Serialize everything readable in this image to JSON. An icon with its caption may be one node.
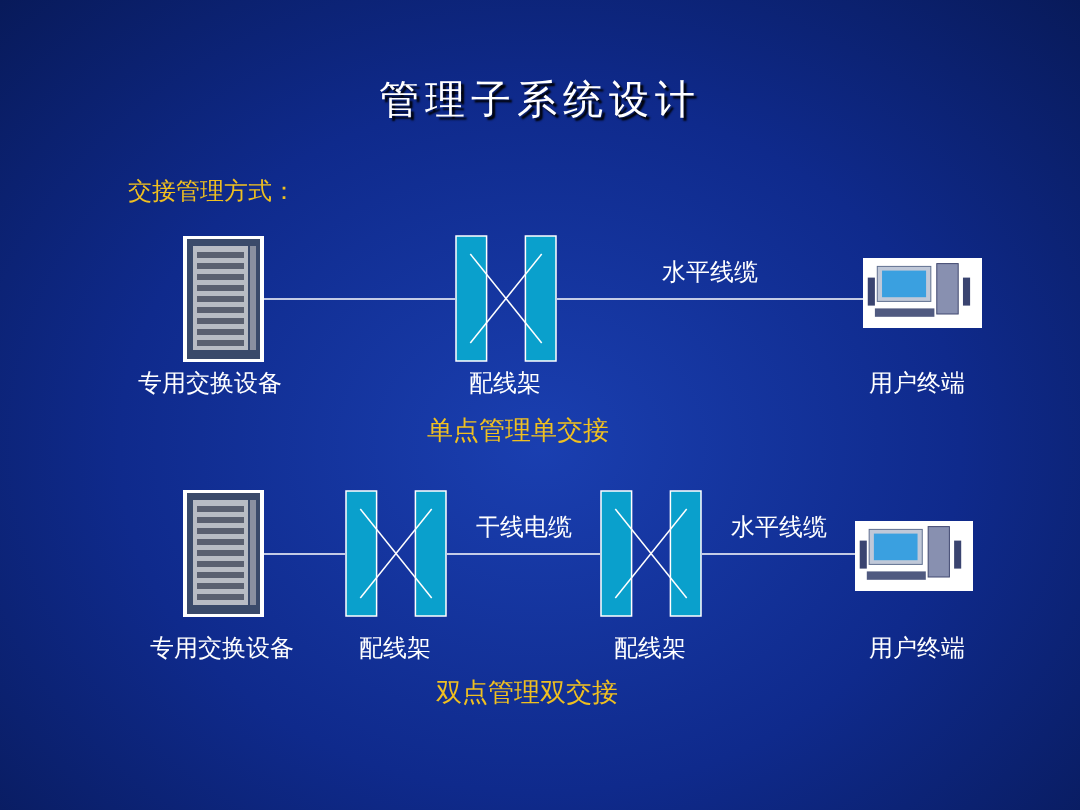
{
  "diagram": {
    "title": "管理子系统设计",
    "nodes": [
      {
        "text": [],
        "shape": "picture",
        "beside": [
          "专用交换设备"
        ]
      },
      {
        "text": [],
        "shape": "picture",
        "beside": [
          "配线架"
        ]
      },
      {
        "text": [],
        "shape": "picture",
        "beside": [
          "用户终端"
        ]
      },
      {
        "text": [],
        "shape": "picture",
        "beside": [
          "专用交换设备"
        ]
      },
      {
        "text": [],
        "shape": "picture",
        "beside": [
          "配线架"
        ]
      },
      {
        "text": [],
        "shape": "picture",
        "beside": [
          "配线架"
        ]
      },
      {
        "text": [],
        "shape": "picture",
        "beside": [
          "用户终端"
        ]
      }
    ],
    "edges": [
      {
        "from": 0,
        "to": 1,
        "arrow": "none"
      },
      {
        "from": 1,
        "to": 2,
        "arrow": "none",
        "label": "水平线缆"
      },
      {
        "from": 3,
        "to": 4,
        "arrow": "none"
      },
      {
        "from": 4,
        "to": 5,
        "arrow": "none",
        "label": "干线电缆"
      },
      {
        "from": 5,
        "to": 6,
        "arrow": "none",
        "label": "水平线缆"
      }
    ],
    "labels": [
      "交接管理方式：",
      "单点管理单交接",
      "双点管理双交接"
    ]
  }
}
